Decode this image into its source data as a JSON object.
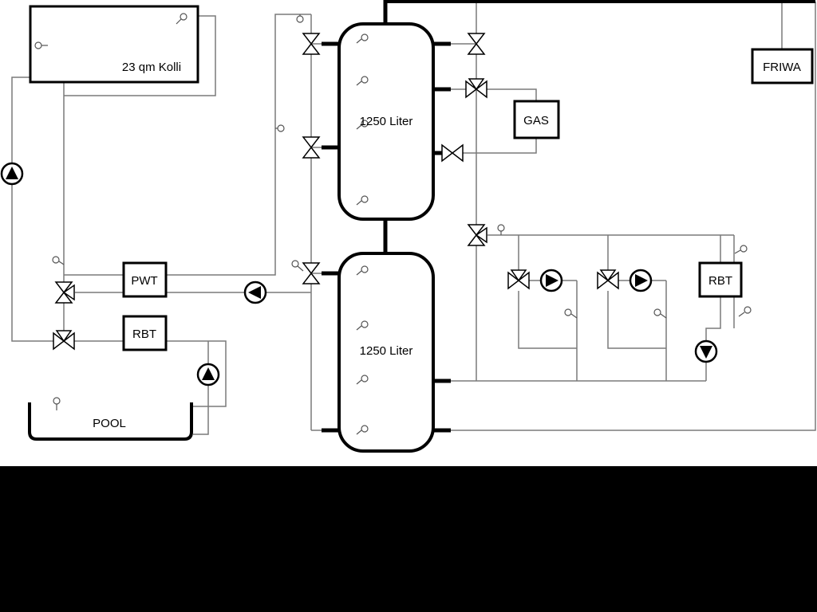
{
  "diagram": {
    "labels": {
      "collector": "23 qm Kolli",
      "tank_top": "1250 Liter",
      "tank_bottom": "1250 Liter",
      "gas": "GAS",
      "friwa": "FRIWA",
      "pwt": "PWT",
      "rbt_left": "RBT",
      "rbt_right": "RBT",
      "pool": "POOL"
    },
    "colors": {
      "pipe_gray": "#7a7a7a",
      "pipe_black": "#000000",
      "background": "#ffffff",
      "bottom_mask": "#000000"
    }
  }
}
